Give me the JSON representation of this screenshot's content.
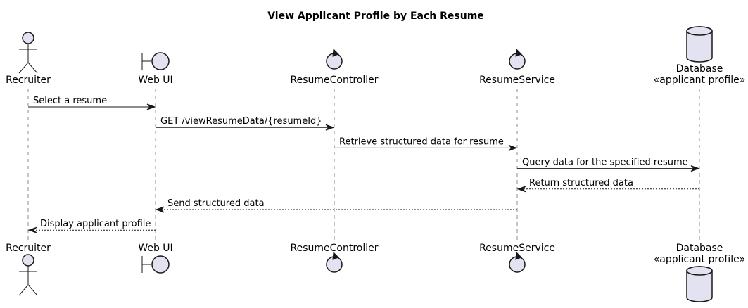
{
  "diagram": {
    "title": "View Applicant Profile by Each Resume",
    "participants": [
      {
        "id": "recruiter",
        "kind": "actor",
        "lines": [
          "Recruiter"
        ]
      },
      {
        "id": "webui",
        "kind": "boundary",
        "lines": [
          "Web UI"
        ]
      },
      {
        "id": "controller",
        "kind": "control",
        "lines": [
          "ResumeController"
        ]
      },
      {
        "id": "service",
        "kind": "control",
        "lines": [
          "ResumeService"
        ]
      },
      {
        "id": "database",
        "kind": "database",
        "lines": [
          "Database",
          "«applicant profile»"
        ]
      }
    ],
    "messages": [
      {
        "from": "recruiter",
        "to": "webui",
        "label": "Select a resume",
        "type": "sync"
      },
      {
        "from": "webui",
        "to": "controller",
        "label": "GET /viewResumeData/{resumeId}",
        "type": "sync"
      },
      {
        "from": "controller",
        "to": "service",
        "label": "Retrieve structured data for resume",
        "type": "sync"
      },
      {
        "from": "service",
        "to": "database",
        "label": "Query data for the specified resume",
        "type": "sync"
      },
      {
        "from": "database",
        "to": "service",
        "label": "Return structured data",
        "type": "return"
      },
      {
        "from": "service",
        "to": "webui",
        "label": "Send structured data",
        "type": "return"
      },
      {
        "from": "webui",
        "to": "recruiter",
        "label": "Display applicant profile",
        "type": "return"
      }
    ],
    "colors": {
      "participant_fill": "#E2E2F0",
      "stroke": "#181818"
    }
  }
}
